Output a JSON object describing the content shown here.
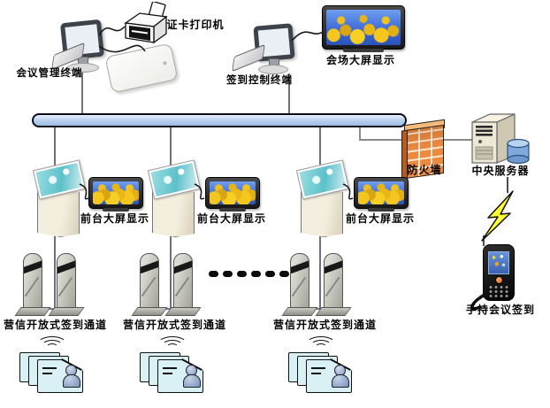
{
  "nodes": {
    "management_terminal": {
      "label": "会议管理终端"
    },
    "card_printer": {
      "label": "证卡打印机"
    },
    "signin_control_terminal": {
      "label": "签到控制终端"
    },
    "venue_display": {
      "label": "会场大屏显示"
    },
    "firewall": {
      "label": "防火墙"
    },
    "central_server": {
      "label": "中央服务器"
    },
    "kiosk_displays": [
      {
        "label": "前台大屏显示"
      },
      {
        "label": "前台大屏显示"
      },
      {
        "label": "前台大屏显示"
      }
    ],
    "gates": [
      {
        "label": "营信开放式签到通道"
      },
      {
        "label": "营信开放式签到通道"
      },
      {
        "label": "营信开放式签到通道"
      }
    ],
    "handheld_terminal": {
      "label": "手持会议签到"
    }
  },
  "ellipsis": "......",
  "colors": {
    "bus_fill": "#bcd3ef",
    "bus_border": "#0c0c18",
    "firewall_orange": "#ee8a40",
    "server_beige": "#eee8d6",
    "database_blue": "#7fa8dc",
    "tv_sky_blue": "#3a66d8",
    "flower_yellow": "#f4c61e",
    "card_cyan": "#d9f1f5",
    "lightning_yellow": "#ffff33",
    "line_gray": "#8c8c8c",
    "line_dark": "#4a4a68"
  }
}
